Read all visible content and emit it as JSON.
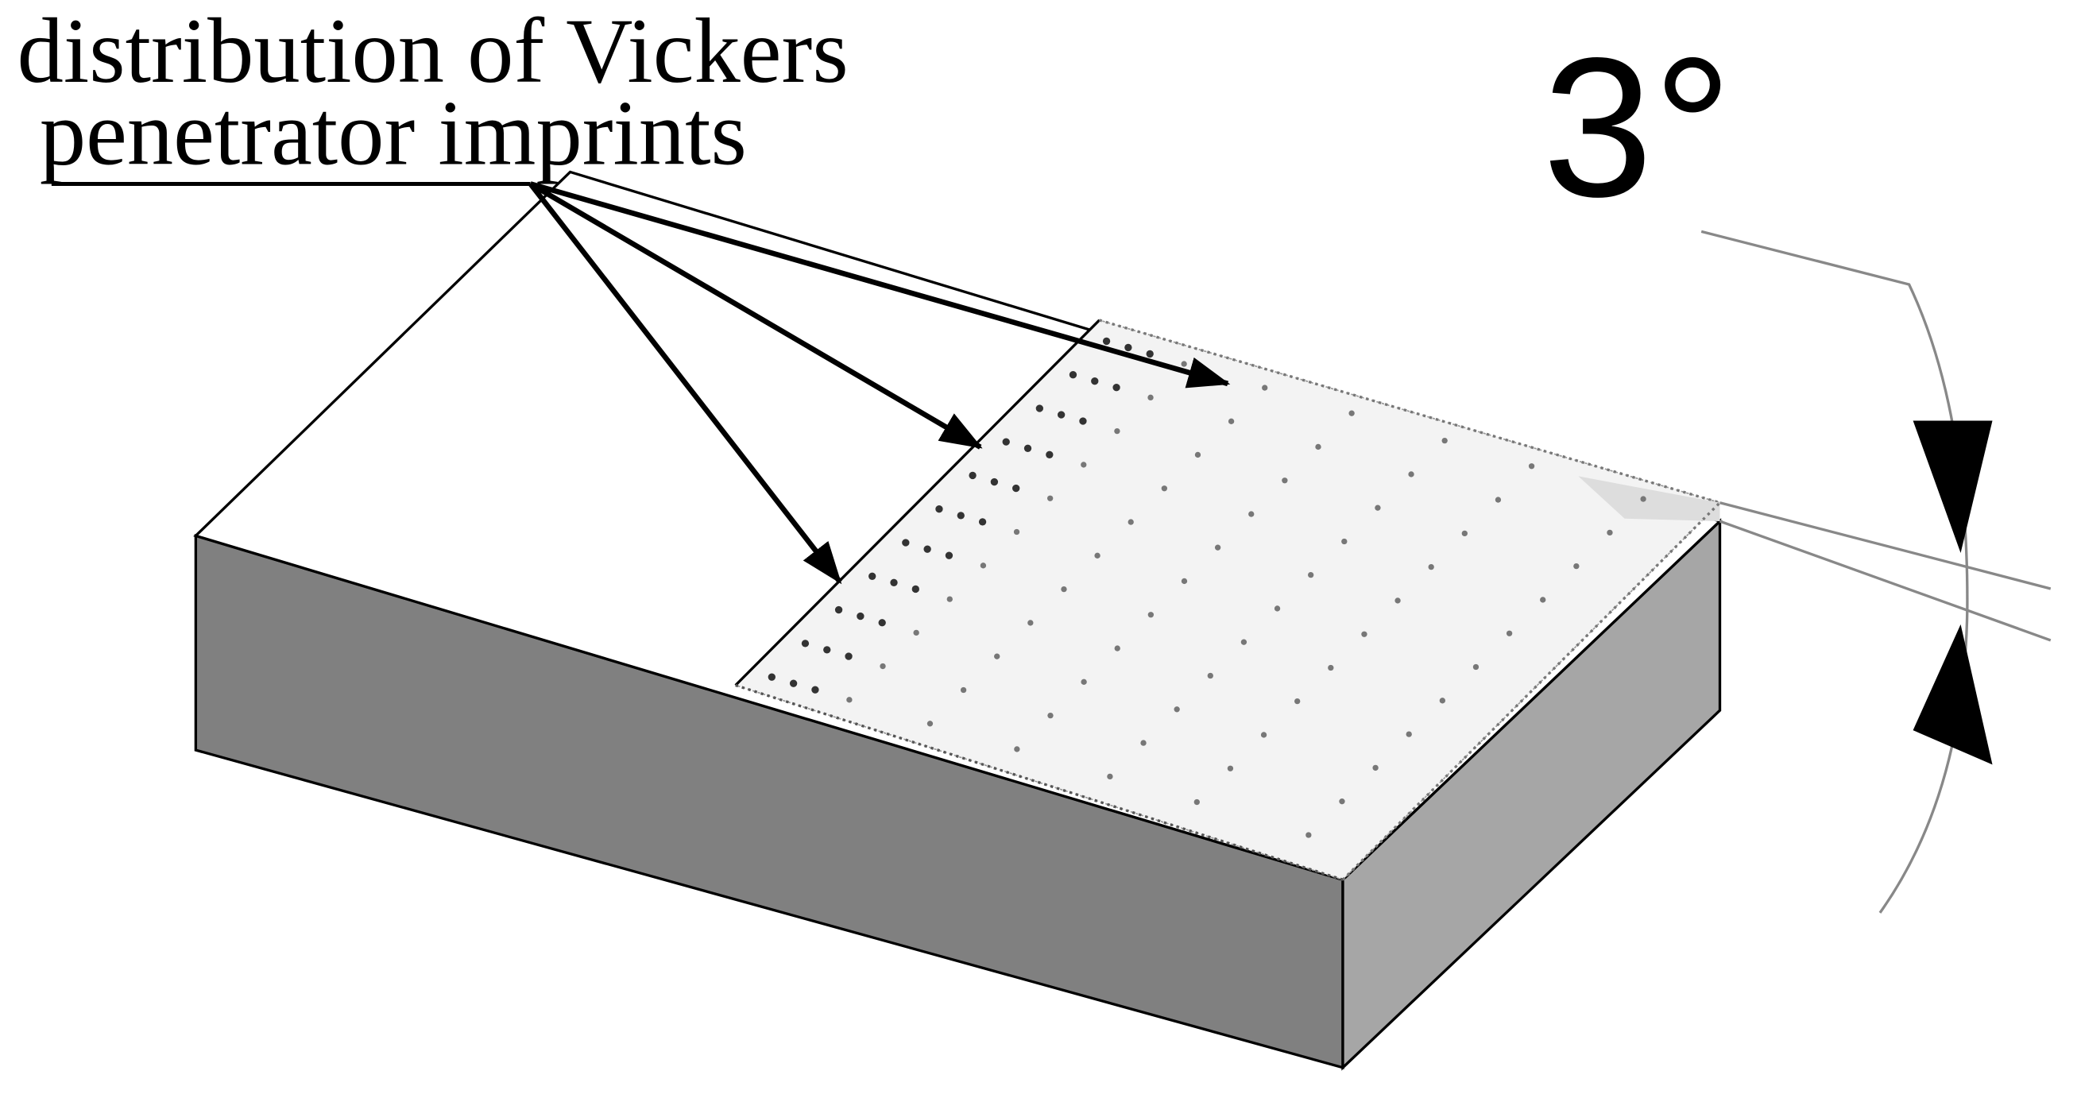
{
  "figure": {
    "label_line1": "distribution of Vickers",
    "label_line2": "penetrator imprints",
    "angle_label": "3°"
  },
  "colors": {
    "front_face": "#808080",
    "side_face": "#a6a6a6",
    "top_face": "#ffffff",
    "dim_lines": "#888888"
  }
}
